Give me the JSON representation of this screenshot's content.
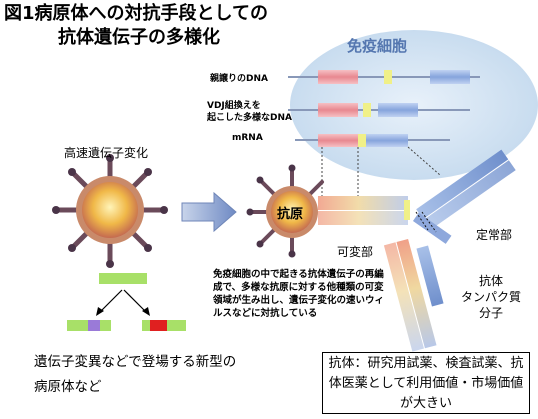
{
  "title": {
    "line1": "図1病原体への対抗手段としての",
    "line2": "抗体遺伝子の多様化"
  },
  "cell_label": "免疫細胞",
  "dna_labels": {
    "germline": "親譲りのDNA",
    "vdj_line1": "VDJ組換えを",
    "vdj_line2": "起こした多様なDNA",
    "mrna": "mRNA"
  },
  "left_label": "高速遺伝子変化",
  "antigen_label": "抗原",
  "variable_label": "可変部",
  "constant_label": "定常部",
  "antibody_label": {
    "line1": "抗体",
    "line2": "タンパク質",
    "line3": "分子"
  },
  "description": "免疫細胞の中で起きる抗体遺伝子の再編成で、多様な抗原に対する他種類の可変領域が生み出し、遺伝子変化の速いウィルスなどに対抗している",
  "bottom_left": "遺伝子変異などで登場する新型の病原体など",
  "box_text": "抗体：研究用試薬、検査試薬、抗体医薬として利用価値・市場価値が大きい",
  "colors": {
    "cell_bg": "#dde9f5",
    "pathogen_core": "#f0b848",
    "pathogen_rim": "#c07850",
    "spike": "#6b4a5a",
    "gene_green": "#a8e068",
    "mutation_purple": "#9a7ad8",
    "mutation_red": "#e02020",
    "dna_pink": "#e89098",
    "dna_blue": "#8aa8e0",
    "dna_yellow": "#f0f088",
    "arrow": "#7f9ac8"
  }
}
